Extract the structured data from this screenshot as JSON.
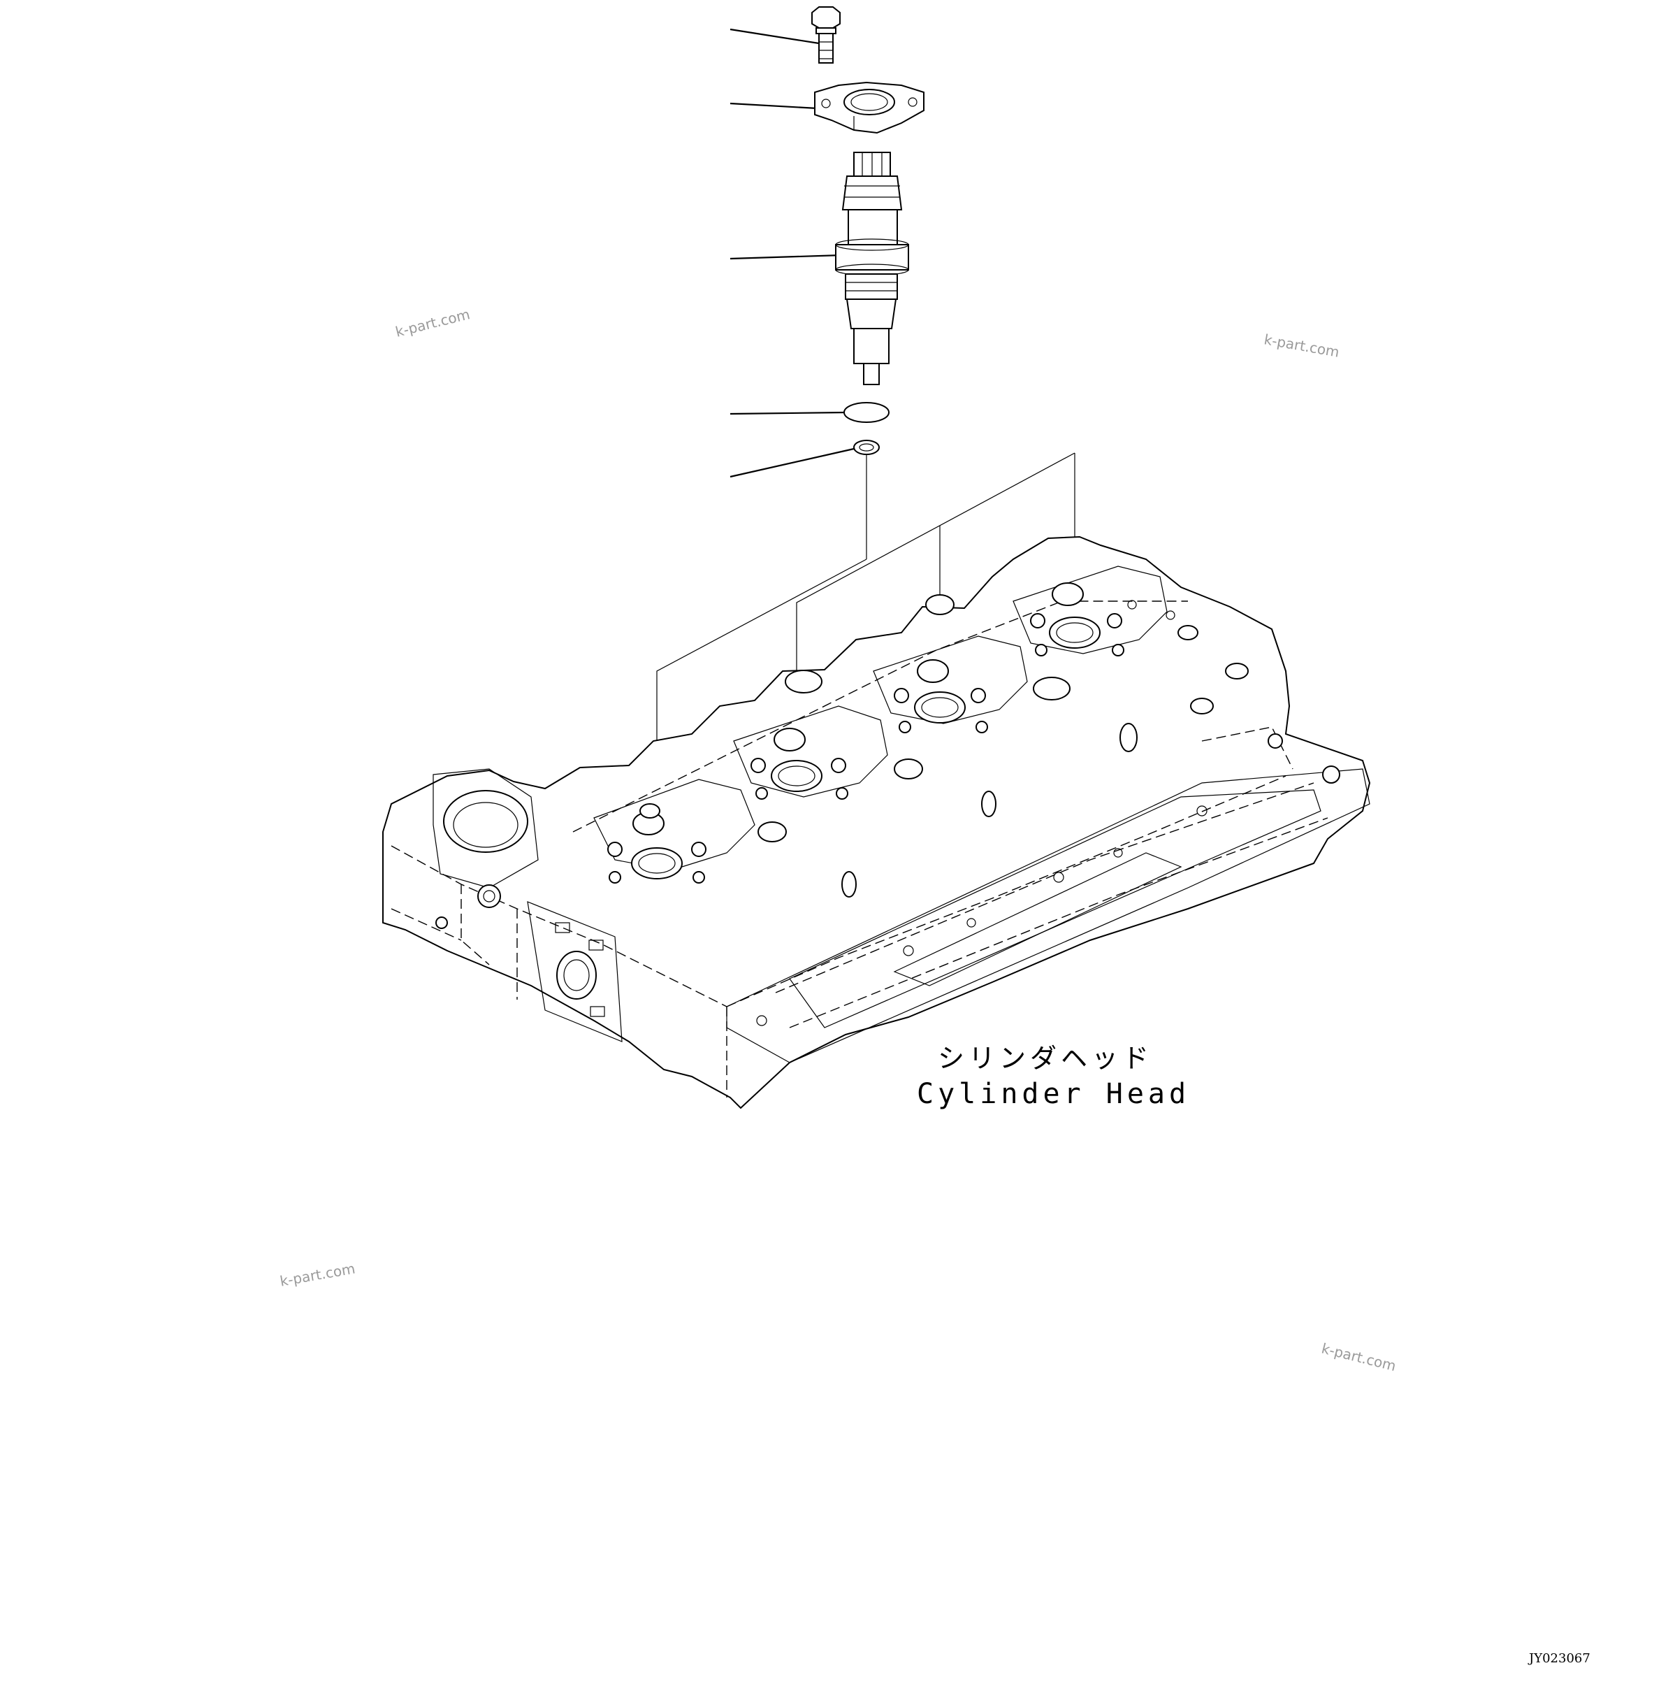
{
  "diagram": {
    "label_jp": "シリンダヘッド",
    "label_en": "Cylinder Head",
    "drawing_code": "JY023067",
    "watermarks": [
      "k-part.com",
      "k-part.com",
      "k-part.com",
      "k-part.com"
    ]
  }
}
